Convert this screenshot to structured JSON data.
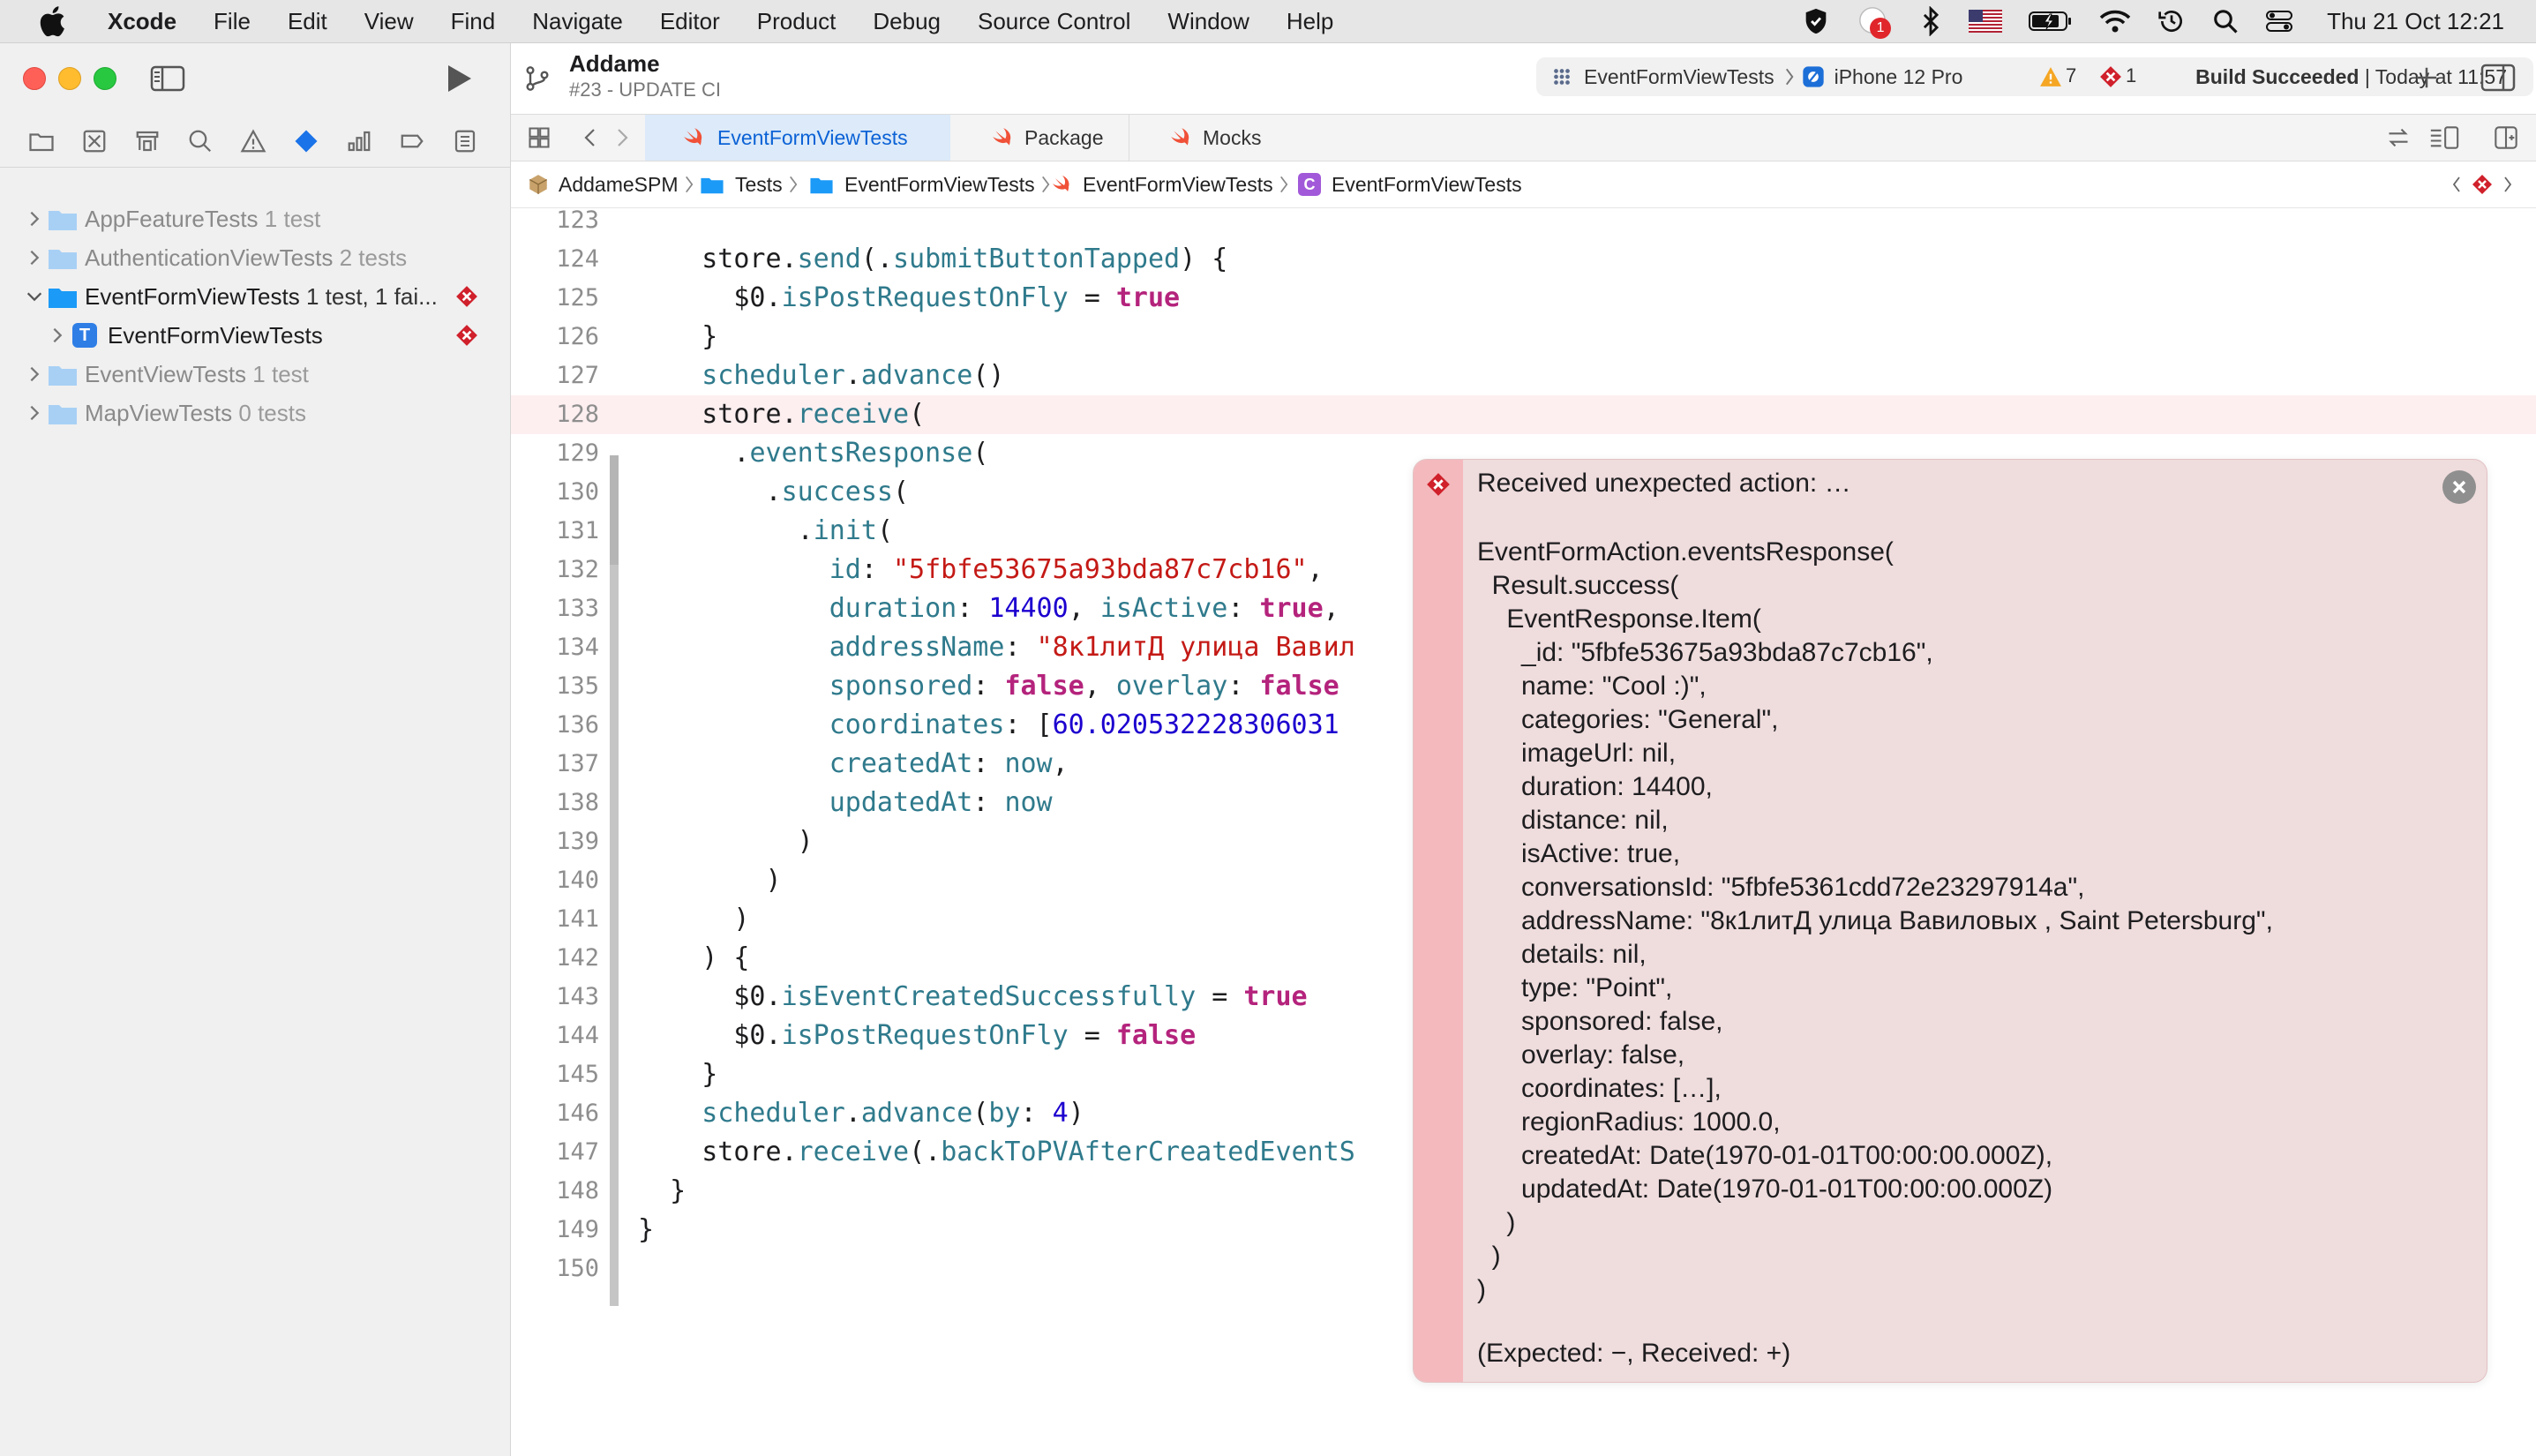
{
  "menubar": {
    "app_name": "Xcode",
    "items": [
      "File",
      "Edit",
      "View",
      "Find",
      "Navigate",
      "Editor",
      "Product",
      "Debug",
      "Source Control",
      "Window",
      "Help"
    ],
    "notification_count": "1",
    "clock": "Thu 21 Oct  12:21"
  },
  "navigator": {
    "items": [
      {
        "name": "AppFeatureTests",
        "count": "1 test"
      },
      {
        "name": "AuthenticationViewTests",
        "count": "2 tests"
      },
      {
        "name": "EventFormViewTests",
        "count": "1 test, 1 fai..."
      },
      {
        "name": "EventFormViewTests",
        "count": ""
      },
      {
        "name": "EventViewTests",
        "count": "1 test"
      },
      {
        "name": "MapViewTests",
        "count": "0 tests"
      }
    ],
    "test_badge": "T"
  },
  "toolbar": {
    "project_name": "Addame",
    "branch": "#23 - UPDATE CI",
    "scheme": "EventFormViewTests",
    "destination": "iPhone 12 Pro",
    "status_bold": "Build Succeeded",
    "status_time": "| Today at 11:57",
    "warning_count": "7",
    "error_count": "1"
  },
  "tabs": [
    "EventFormViewTests",
    "Package",
    "Mocks"
  ],
  "jumpbar": [
    "AddameSPM",
    "Tests",
    "EventFormViewTests",
    "EventFormViewTests",
    "EventFormViewTests"
  ],
  "jumpbar_class_badge": "C",
  "code": {
    "lines": [
      {
        "n": "123",
        "segs": []
      },
      {
        "n": "124",
        "segs": [
          [
            "p",
            "    store."
          ],
          [
            "f",
            "send"
          ],
          [
            "p",
            "(."
          ],
          [
            "f",
            "submitButtonTapped"
          ],
          [
            "p",
            ") {"
          ]
        ]
      },
      {
        "n": "125",
        "segs": [
          [
            "p",
            "      $0."
          ],
          [
            "f",
            "isPostRequestOnFly"
          ],
          [
            "p",
            " = "
          ],
          [
            "k",
            "true"
          ]
        ]
      },
      {
        "n": "126",
        "segs": [
          [
            "p",
            "    }"
          ]
        ]
      },
      {
        "n": "127",
        "segs": [
          [
            "p",
            "    "
          ],
          [
            "f",
            "scheduler"
          ],
          [
            "p",
            "."
          ],
          [
            "f",
            "advance"
          ],
          [
            "p",
            "()"
          ]
        ]
      },
      {
        "n": "128",
        "segs": [
          [
            "p",
            "    store."
          ],
          [
            "f",
            "receive"
          ],
          [
            "p",
            "("
          ]
        ]
      },
      {
        "n": "129",
        "segs": [
          [
            "p",
            "      ."
          ],
          [
            "f",
            "eventsResponse"
          ],
          [
            "p",
            "("
          ]
        ]
      },
      {
        "n": "130",
        "segs": [
          [
            "p",
            "        ."
          ],
          [
            "f",
            "success"
          ],
          [
            "p",
            "("
          ]
        ]
      },
      {
        "n": "131",
        "segs": [
          [
            "p",
            "          ."
          ],
          [
            "f",
            "init"
          ],
          [
            "p",
            "("
          ]
        ]
      },
      {
        "n": "132",
        "segs": [
          [
            "p",
            "            "
          ],
          [
            "f",
            "id"
          ],
          [
            "p",
            ": "
          ],
          [
            "s",
            "\"5fbfe53675a93bda87c7cb16\""
          ],
          [
            "p",
            ", "
          ]
        ]
      },
      {
        "n": "133",
        "segs": [
          [
            "p",
            "            "
          ],
          [
            "f",
            "duration"
          ],
          [
            "p",
            ": "
          ],
          [
            "d",
            "14400"
          ],
          [
            "p",
            ", "
          ],
          [
            "f",
            "isActive"
          ],
          [
            "p",
            ": "
          ],
          [
            "k",
            "true"
          ],
          [
            "p",
            ","
          ]
        ]
      },
      {
        "n": "134",
        "segs": [
          [
            "p",
            "            "
          ],
          [
            "f",
            "addressName"
          ],
          [
            "p",
            ": "
          ],
          [
            "s",
            "\"8к1литД улица Вавил"
          ]
        ]
      },
      {
        "n": "135",
        "segs": [
          [
            "p",
            "            "
          ],
          [
            "f",
            "sponsored"
          ],
          [
            "p",
            ": "
          ],
          [
            "k",
            "false"
          ],
          [
            "p",
            ", "
          ],
          [
            "f",
            "overlay"
          ],
          [
            "p",
            ": "
          ],
          [
            "k",
            "false"
          ]
        ]
      },
      {
        "n": "136",
        "segs": [
          [
            "p",
            "            "
          ],
          [
            "f",
            "coordinates"
          ],
          [
            "p",
            ": ["
          ],
          [
            "d",
            "60.020532228306031"
          ]
        ]
      },
      {
        "n": "137",
        "segs": [
          [
            "p",
            "            "
          ],
          [
            "f",
            "createdAt"
          ],
          [
            "p",
            ": "
          ],
          [
            "f",
            "now"
          ],
          [
            "p",
            ","
          ]
        ]
      },
      {
        "n": "138",
        "segs": [
          [
            "p",
            "            "
          ],
          [
            "f",
            "updatedAt"
          ],
          [
            "p",
            ": "
          ],
          [
            "f",
            "now"
          ]
        ]
      },
      {
        "n": "139",
        "segs": [
          [
            "p",
            "          )"
          ]
        ]
      },
      {
        "n": "140",
        "segs": [
          [
            "p",
            "        )"
          ]
        ]
      },
      {
        "n": "141",
        "segs": [
          [
            "p",
            "      )"
          ]
        ]
      },
      {
        "n": "142",
        "segs": [
          [
            "p",
            "    ) {"
          ]
        ]
      },
      {
        "n": "143",
        "segs": [
          [
            "p",
            "      $0."
          ],
          [
            "f",
            "isEventCreatedSuccessfully"
          ],
          [
            "p",
            " = "
          ],
          [
            "k",
            "true"
          ]
        ]
      },
      {
        "n": "144",
        "segs": [
          [
            "p",
            "      $0."
          ],
          [
            "f",
            "isPostRequestOnFly"
          ],
          [
            "p",
            " = "
          ],
          [
            "k",
            "false"
          ]
        ]
      },
      {
        "n": "145",
        "segs": [
          [
            "p",
            "    }"
          ]
        ]
      },
      {
        "n": "146",
        "segs": [
          [
            "p",
            "    "
          ],
          [
            "f",
            "scheduler"
          ],
          [
            "p",
            "."
          ],
          [
            "f",
            "advance"
          ],
          [
            "p",
            "("
          ],
          [
            "f",
            "by"
          ],
          [
            "p",
            ": "
          ],
          [
            "d",
            "4"
          ],
          [
            "p",
            ")"
          ]
        ]
      },
      {
        "n": "147",
        "segs": [
          [
            "p",
            "    store."
          ],
          [
            "f",
            "receive"
          ],
          [
            "p",
            "(."
          ],
          [
            "f",
            "backToPVAfterCreatedEventS"
          ]
        ]
      },
      {
        "n": "148",
        "segs": [
          [
            "p",
            "  }"
          ]
        ]
      },
      {
        "n": "149",
        "segs": [
          [
            "p",
            "}"
          ]
        ]
      },
      {
        "n": "150",
        "segs": []
      }
    ]
  },
  "issue": {
    "title": "Received unexpected action: …",
    "body": "EventFormAction.eventsResponse(\n  Result.success(\n    EventResponse.Item(\n      _id: \"5fbfe53675a93bda87c7cb16\",\n      name: \"Cool :)\",\n      categories: \"General\",\n      imageUrl: nil,\n      duration: 14400,\n      distance: nil,\n      isActive: true,\n      conversationsId: \"5fbfe5361cdd72e23297914a\",\n      addressName: \"8к1литД улица Вавиловых , Saint Petersburg\",\n      details: nil,\n      type: \"Point\",\n      sponsored: false,\n      overlay: false,\n      coordinates: […],\n      regionRadius: 1000.0,\n      createdAt: Date(1970-01-01T00:00:00.000Z),\n      updatedAt: Date(1970-01-01T00:00:00.000Z)\n    )\n  )\n)",
    "footer": "(Expected: −, Received: +)"
  }
}
